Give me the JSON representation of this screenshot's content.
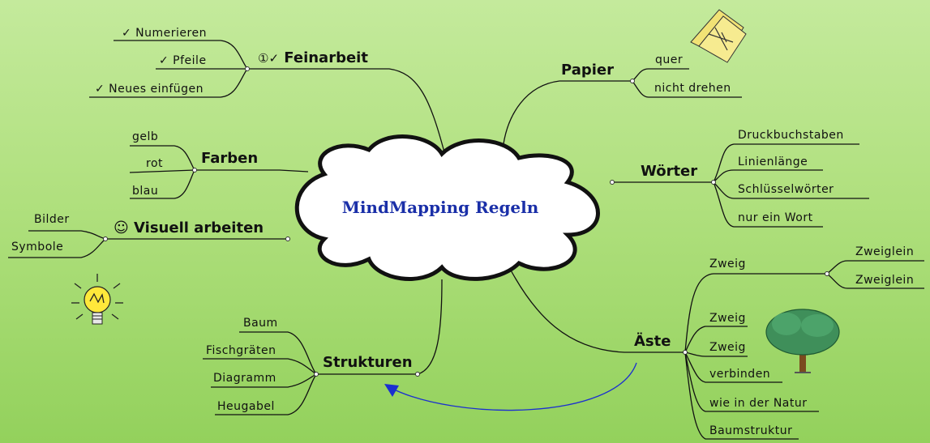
{
  "center": "MindMapping Regeln",
  "branches": {
    "feinarbeit": {
      "label": "Feinarbeit",
      "icon_text": "①✓",
      "items": [
        "✓ Numerieren",
        "✓ Pfeile",
        "✓ Neues einfügen"
      ]
    },
    "farben": {
      "label": "Farben",
      "items": [
        "gelb",
        "rot",
        "blau"
      ]
    },
    "visuell": {
      "label": "Visuell arbeiten",
      "icon_text": "☺",
      "items": [
        "Bilder",
        "Symbole"
      ]
    },
    "strukturen": {
      "label": "Strukturen",
      "items": [
        "Baum",
        "Fischgräten",
        "Diagramm",
        "Heugabel"
      ]
    },
    "papier": {
      "label": "Papier",
      "items": [
        "quer",
        "nicht drehen"
      ]
    },
    "woerter": {
      "label": "Wörter",
      "items": [
        "Druckbuchstaben",
        "Linienlänge",
        "Schlüsselwörter",
        "nur ein Wort"
      ]
    },
    "aeste": {
      "label": "Äste",
      "items": [
        "Zweig",
        "Zweig",
        "Zweig",
        "verbinden",
        "wie in der Natur",
        "Baumstruktur"
      ],
      "sub_items": [
        "Zweiglein",
        "Zweiglein"
      ]
    }
  },
  "colors": {
    "background_top": "#c4ea9c",
    "background_bottom": "#93d15c",
    "title": "#1a2fa8",
    "arrow": "#1b2fd0",
    "line": "#111111"
  },
  "icons": [
    "lightbulb-icon",
    "paper-sheets-icon",
    "tree-icon"
  ]
}
